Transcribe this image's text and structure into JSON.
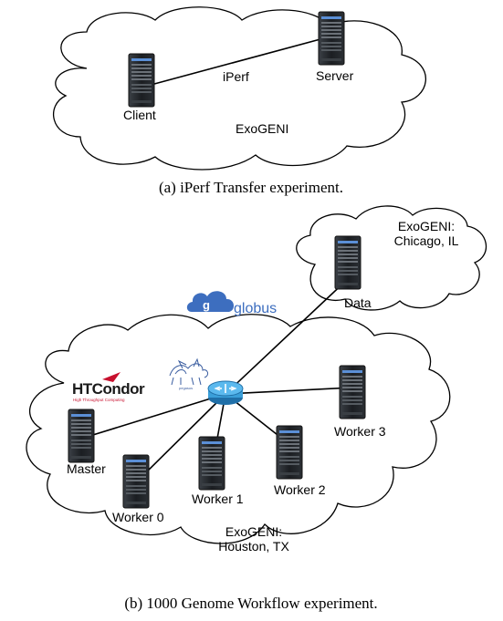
{
  "figure_a": {
    "client_label": "Client",
    "server_label": "Server",
    "link_label": "iPerf",
    "cloud_label": "ExoGENI",
    "caption": "(a) iPerf Transfer experiment."
  },
  "figure_b": {
    "remote_cloud_label_1": "ExoGENI:",
    "remote_cloud_label_2": "Chicago, IL",
    "data_label": "Data",
    "globus_label": "globus",
    "htcondor_logo": "HTCondor",
    "htcondor_tagline": "High Throughput Computing",
    "pegasus_label": "pegasus",
    "master_label": "Master",
    "workers": [
      "Worker 0",
      "Worker 1",
      "Worker 2",
      "Worker 3"
    ],
    "local_cloud_label_1": "ExoGENI:",
    "local_cloud_label_2": "Houston, TX",
    "caption": "(b) 1000 Genome Workflow experiment."
  },
  "colors": {
    "server_dark": "#1f2328",
    "server_stripe": "#5b8fd6",
    "router": "#3a9fd9",
    "globus": "#3d6ebf",
    "htcondor_red": "#c8102e"
  }
}
